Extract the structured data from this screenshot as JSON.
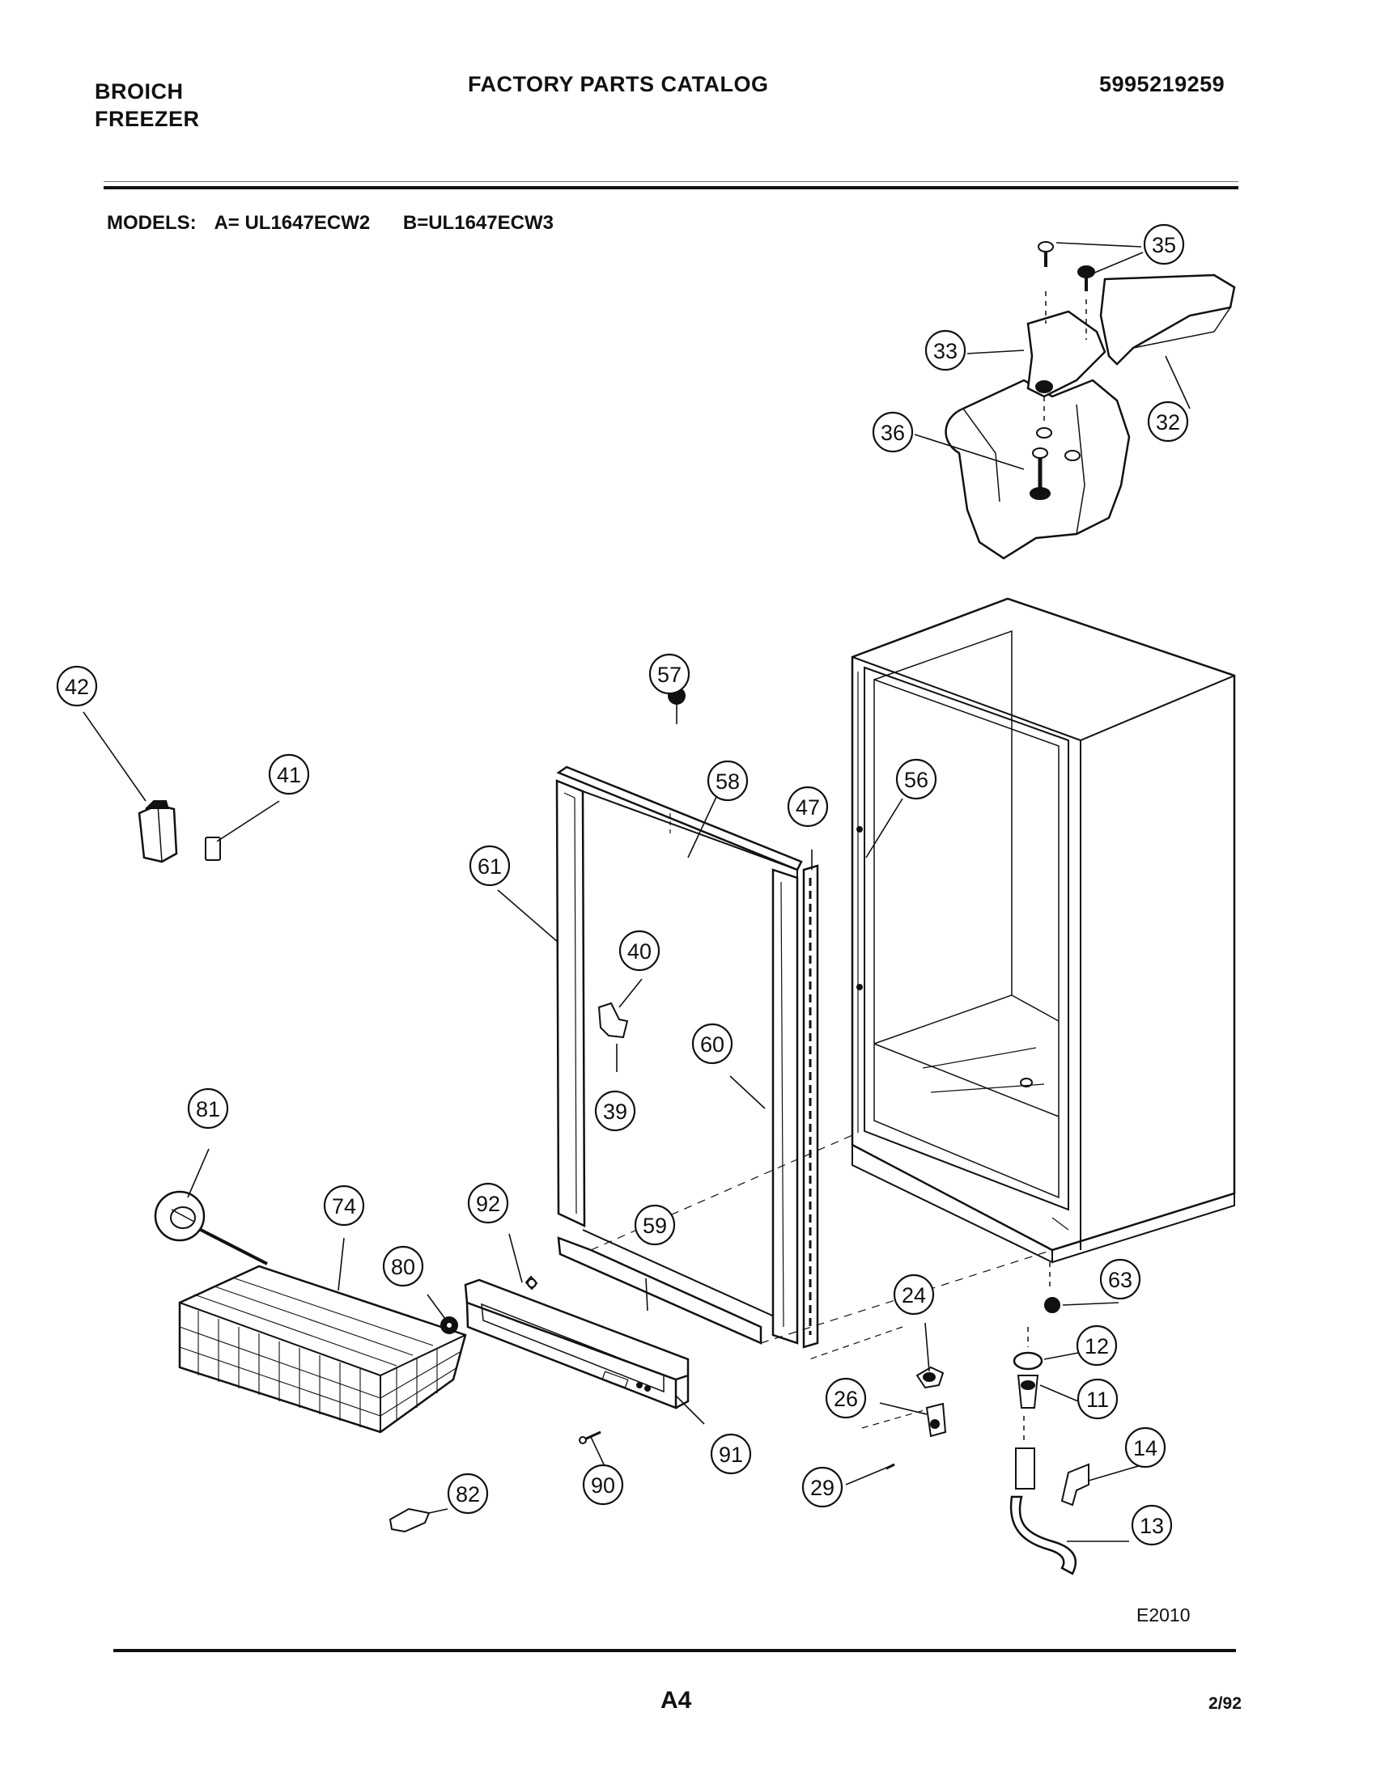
{
  "header": {
    "brand_line1": "BROICH",
    "brand_line2": "FREEZER",
    "catalog_title": "FACTORY PARTS CATALOG",
    "catalog_number": "5995219259"
  },
  "models": {
    "label": "MODELS:",
    "model_a": "A= UL1647ECW2",
    "model_b": "B=UL1647ECW3"
  },
  "callouts": [
    "35",
    "33",
    "32",
    "36",
    "42",
    "41",
    "57",
    "58",
    "47",
    "56",
    "61",
    "40",
    "39",
    "60",
    "81",
    "74",
    "92",
    "59",
    "80",
    "24",
    "63",
    "12",
    "26",
    "11",
    "14",
    "91",
    "90",
    "29",
    "13",
    "82"
  ],
  "footer": {
    "drawing_code": "E2010",
    "page": "A4",
    "date": "2/92"
  }
}
